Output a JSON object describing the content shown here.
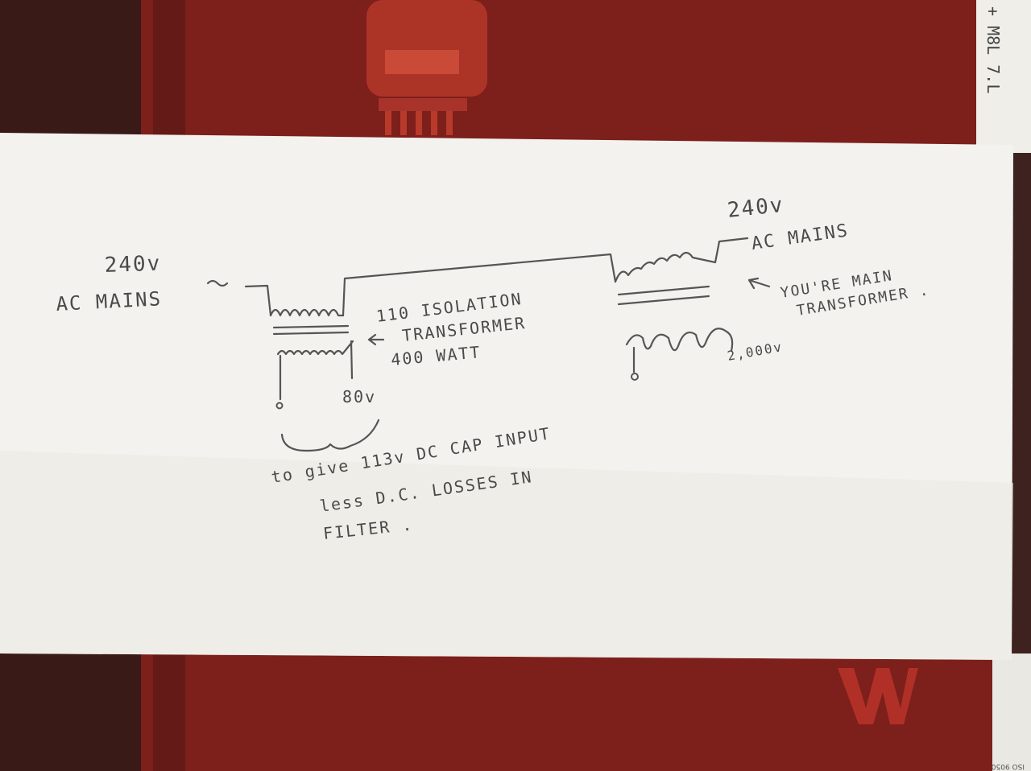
{
  "background": {
    "book_color": "#8a211c",
    "book_dark": "#4a1512",
    "paper_color": "#f4f3ef",
    "pencil_color": "#4a4a4a",
    "side_page_text": "+ M8L 7.L",
    "bottom_right_text": "ISO 9050"
  },
  "left_transformer": {
    "input_voltage": "240v",
    "input_label": "AC MAINS",
    "lead_mark": "~",
    "desc_line1": "110 ISOLATION",
    "desc_line2": "TRANSFORMER",
    "desc_line3": "400 WATT",
    "arrow": "←",
    "secondary_terminal": "o",
    "secondary_voltage": "80v"
  },
  "note": {
    "line1": "to give 113v DC CAP INPUT",
    "line2": "less D.C. LOSSES IN",
    "line3": "FILTER ."
  },
  "right_transformer": {
    "input_voltage": "240v",
    "input_label": "AC MAINS",
    "desc_line1": "YOU'RE MAIN",
    "desc_line2": "TRANSFORMER .",
    "arrow": "↖",
    "secondary_terminal": "o",
    "secondary_voltage": "2,000v"
  }
}
